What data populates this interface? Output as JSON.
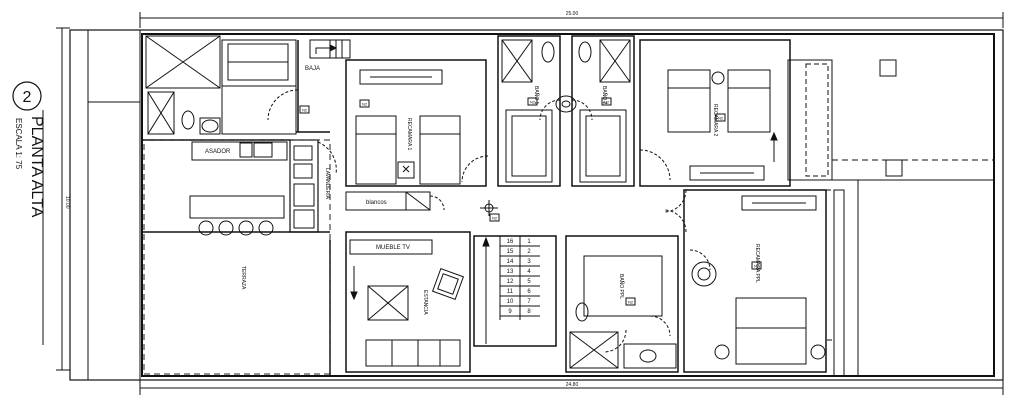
{
  "drawing": {
    "number": "2",
    "title": "PLANTA ALTA",
    "scale": "ESCALA 1: 75"
  },
  "dimensions": {
    "top": "25.00",
    "bottom": "24.80",
    "left": "10.00"
  },
  "rooms": {
    "bedroom_1": "RECAMARA 1",
    "bedroom_2": "RECAMARA 2",
    "bedroom_main": "RECAMARA PPL",
    "bath_1": "BAÑO 1",
    "bath_2": "BAÑO 2",
    "bath_main": "BAÑO PPL",
    "terrace": "TERRAZA",
    "laundry": "LAVANDERIA",
    "tv_room": "ESTANCIA",
    "down": "BAJA"
  },
  "labels": {
    "grill": "ASADOR",
    "linens": "blancos",
    "tv_cabinet": "MUEBLE TV"
  },
  "stair_steps_left": [
    "16",
    "15",
    "14",
    "13",
    "12",
    "11",
    "10",
    "9"
  ],
  "stair_steps_right": [
    "1",
    "2",
    "3",
    "4",
    "5",
    "6",
    "7",
    "8"
  ],
  "level_tags": [
    "N2",
    "N2",
    "N2",
    "N2",
    "N2",
    "N2",
    "N2",
    "N2"
  ],
  "colors": {
    "line": "#111111",
    "dashed": "#222222",
    "background": "#ffffff"
  }
}
